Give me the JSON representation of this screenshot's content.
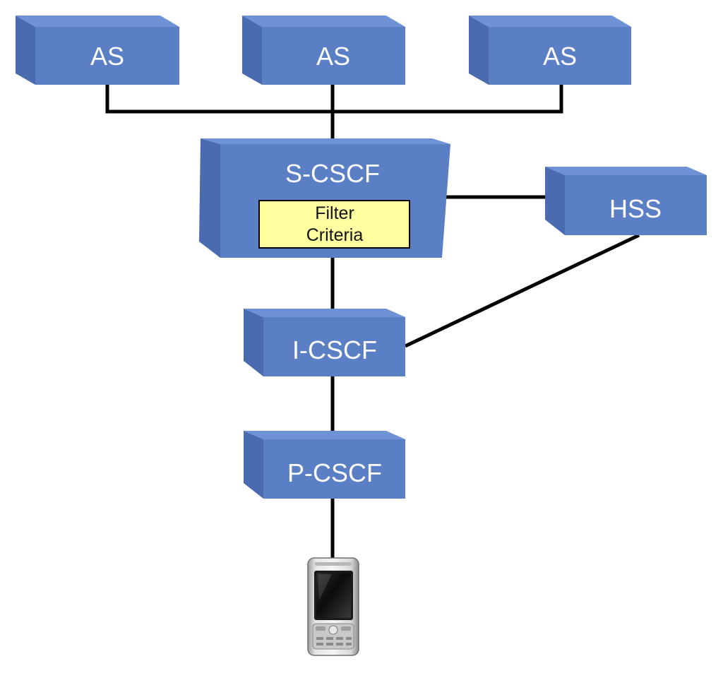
{
  "diagram": {
    "nodes": {
      "as1": {
        "label": "AS"
      },
      "as2": {
        "label": "AS"
      },
      "as3": {
        "label": "AS"
      },
      "scscf": {
        "label": "S-CSCF"
      },
      "hss": {
        "label": "HSS"
      },
      "icscf": {
        "label": "I-CSCF"
      },
      "pcscf": {
        "label": "P-CSCF"
      }
    },
    "filter_criteria": {
      "line1": "Filter",
      "line2": "Criteria"
    },
    "colors": {
      "box_front": "#5b7fc5",
      "box_top": "#6f92d6",
      "box_side": "#4a6bb0",
      "filter_bg": "#ffffa0",
      "line": "#000000"
    }
  }
}
